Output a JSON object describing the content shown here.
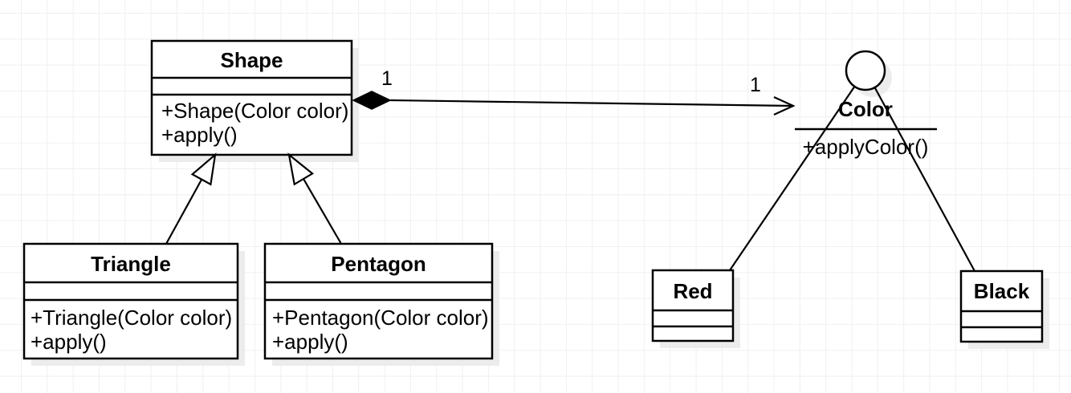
{
  "nodes": {
    "shape": {
      "title": "Shape",
      "attributes": [],
      "methods": [
        "+Shape(Color color)",
        "+apply()"
      ]
    },
    "triangle": {
      "title": "Triangle",
      "attributes": [],
      "methods": [
        "+Triangle(Color color)",
        "+apply()"
      ]
    },
    "pentagon": {
      "title": "Pentagon",
      "attributes": [],
      "methods": [
        "+Pentagon(Color color)",
        "+apply()"
      ]
    },
    "red": {
      "title": "Red",
      "attributes": [],
      "methods": []
    },
    "black": {
      "title": "Black",
      "attributes": [],
      "methods": []
    },
    "color": {
      "title": "Color",
      "methods": [
        "+applyColor()"
      ]
    }
  },
  "edge_labels": {
    "composition_source": "1",
    "composition_target": "1"
  },
  "colors": {
    "stroke": "#000000",
    "node_fill": "#ffffff",
    "shadow": "#ececec",
    "grid_line": "#f0f0f2",
    "background": "#ffffff"
  }
}
